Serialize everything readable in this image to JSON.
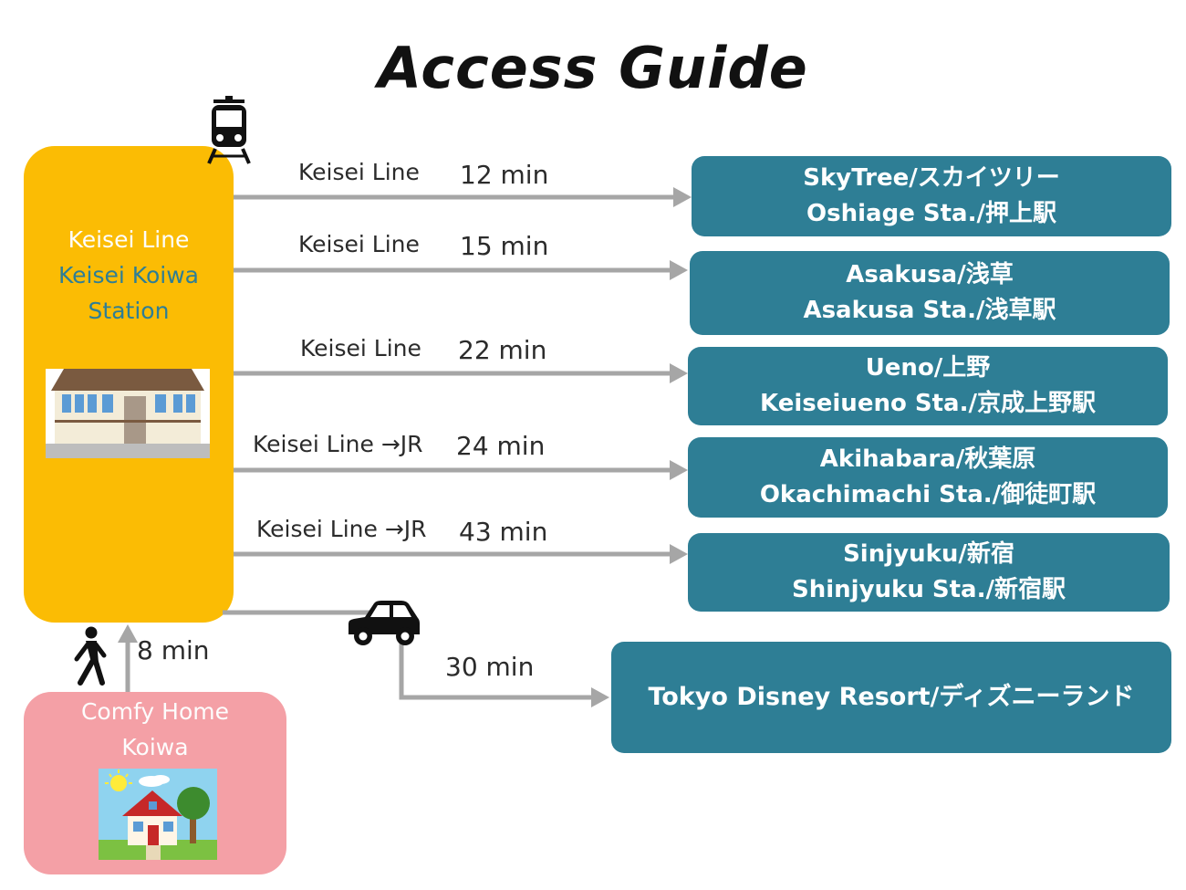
{
  "title": "Access Guide",
  "station": {
    "line": "Keisei Line",
    "name_line1": "Keisei Koiwa",
    "name_line2": "Station",
    "colors": {
      "box": "#fbbc04",
      "line_text": "#fdfdfd",
      "name_text": "#2e7e95"
    }
  },
  "home": {
    "name_line1": "Comfy Home",
    "name_line2": "Koiwa",
    "color": "#f4a0a6"
  },
  "walk": {
    "time": "8 min",
    "icon": "walking-person-icon"
  },
  "train_icon": "train-icon",
  "car_icon": "car-icon",
  "routes": [
    {
      "label": "Keisei Line",
      "time": "12 min",
      "dest_line1": "SkyTree/スカイツリー",
      "dest_line2": "Oshiage Sta./押上駅"
    },
    {
      "label": "Keisei Line",
      "time": "15 min",
      "dest_line1": "Asakusa/浅草",
      "dest_line2": "Asakusa Sta./浅草駅"
    },
    {
      "label": "Keisei Line",
      "time": "22 min",
      "dest_line1": "Ueno/上野",
      "dest_line2": "Keiseiueno Sta./京成上野駅"
    },
    {
      "label": "Keisei Line →JR",
      "time": "24 min",
      "dest_line1": "Akihabara/秋葉原",
      "dest_line2": "Okachimachi Sta./御徒町駅"
    },
    {
      "label": "Keisei Line →JR",
      "time": "43 min",
      "dest_line1": "Sinjyuku/新宿",
      "dest_line2": "Shinjyuku Sta./新宿駅"
    }
  ],
  "drive": {
    "time": "30 min",
    "dest": "Tokyo Disney Resort/ディズニーランド"
  },
  "colors": {
    "dest_box": "#2e7e95",
    "arrow": "#a6a6a6"
  }
}
